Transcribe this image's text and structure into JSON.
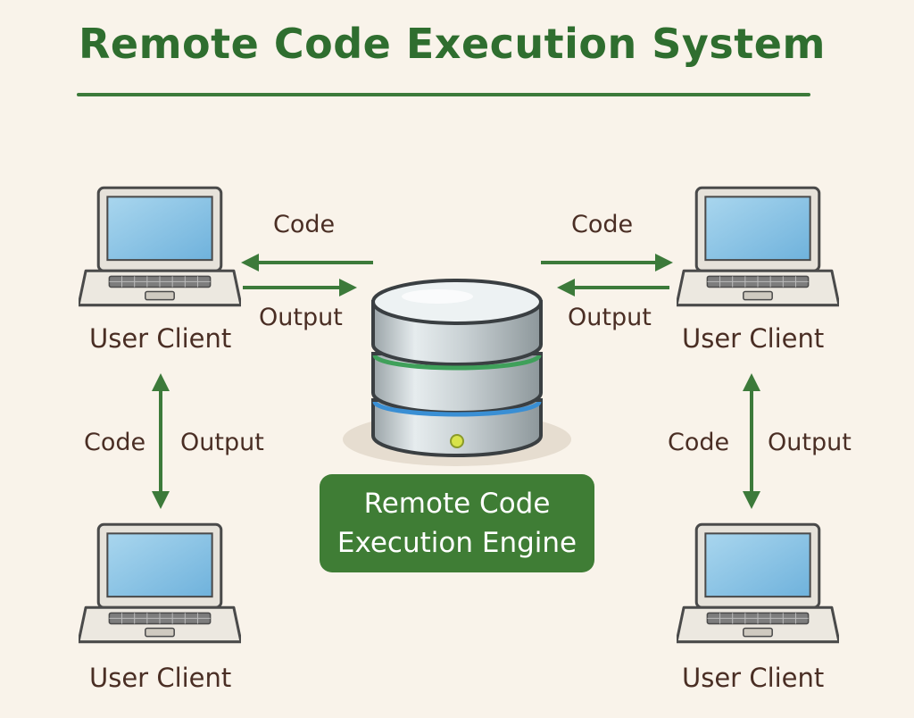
{
  "title": "Remote Code Execution System",
  "engine": {
    "line1": "Remote Code",
    "line2": "Execution Engine"
  },
  "clients": [
    {
      "label": "User Client"
    },
    {
      "label": "User Client"
    },
    {
      "label": "User Client"
    },
    {
      "label": "User Client"
    }
  ],
  "flows": {
    "top_left_code": "Code",
    "top_left_output": "Output",
    "top_right_code": "Code",
    "top_right_output": "Output",
    "left_vertical_code": "Code",
    "left_vertical_output": "Output",
    "right_vertical_code": "Code",
    "right_vertical_output": "Output"
  },
  "colors": {
    "background": "#f9f3ea",
    "accent_green": "#3f7d35",
    "text_brown": "#4a2e24",
    "screen_blue": "#8ec5e6"
  }
}
